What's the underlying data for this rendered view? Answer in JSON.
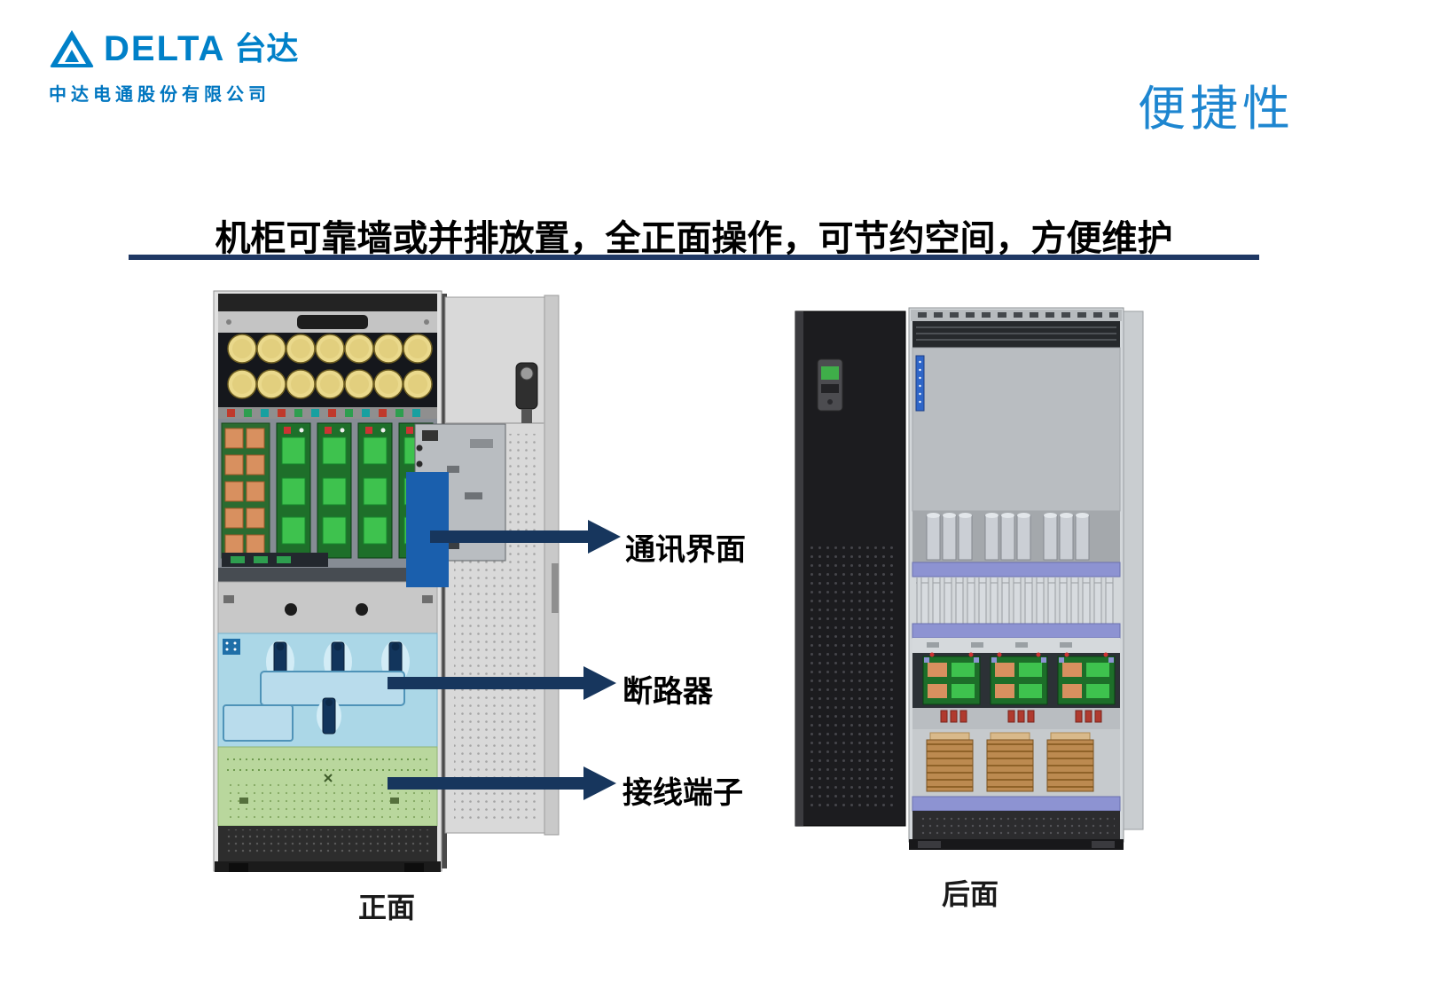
{
  "header": {
    "brand": "DELTA",
    "brand_cn": "台达",
    "company": "中达电通股份有限公司",
    "page_title": "便捷性"
  },
  "headline": "机柜可靠墙或并排放置，全正面操作，可节约空间，方便维护",
  "diagram": {
    "callouts": [
      {
        "label": "通讯界面"
      },
      {
        "label": "断路器"
      },
      {
        "label": "接线端子"
      }
    ],
    "captions": {
      "front": "正面",
      "back": "后面"
    }
  },
  "colors": {
    "brand_blue": "#0080C8",
    "title_blue": "#1E86D0",
    "underline_navy": "#1F3864",
    "arrow_navy": "#17365D",
    "highlight_blue": "#1A5FAD"
  }
}
